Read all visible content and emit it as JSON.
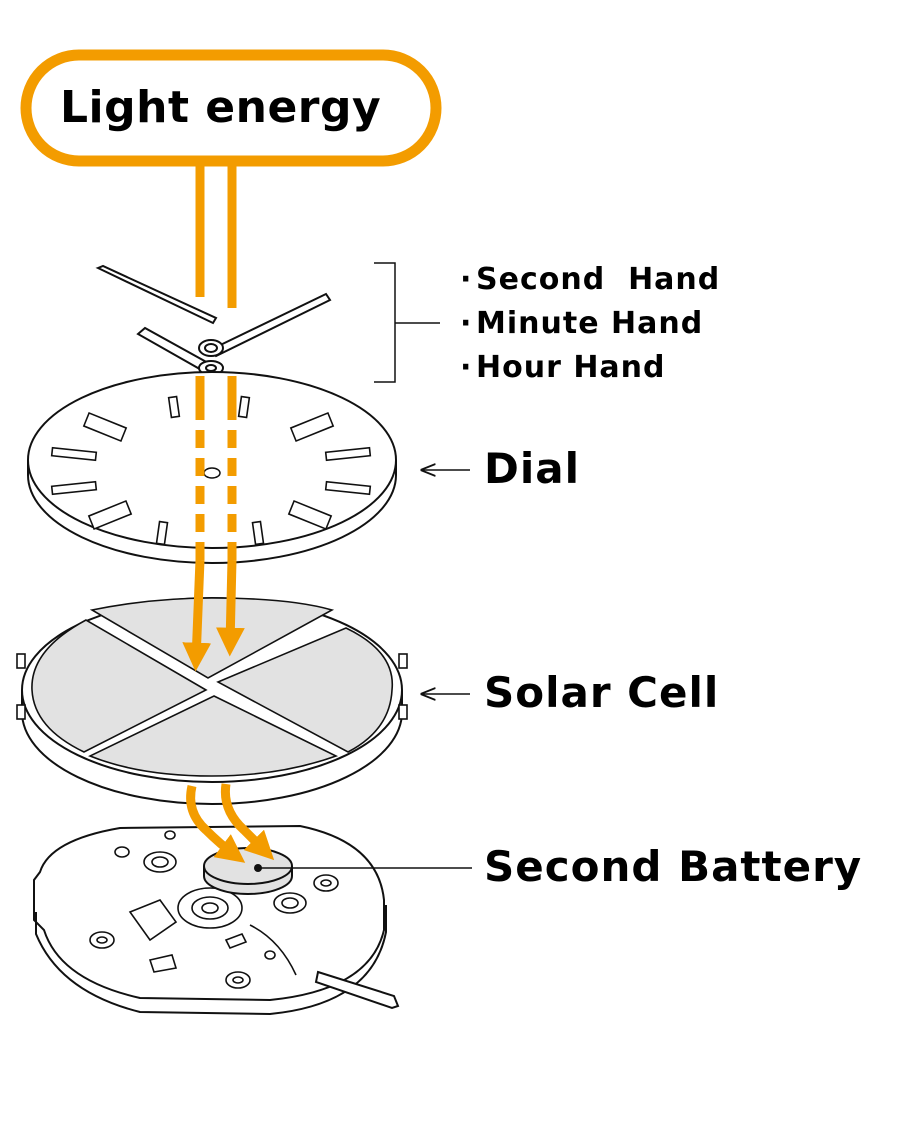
{
  "title": "Light energy",
  "hands": {
    "bullet": "·",
    "items": [
      "Second  Hand",
      "Minute Hand",
      "Hour Hand"
    ]
  },
  "labels": {
    "dial": "Dial",
    "solar_cell": "Solar Cell",
    "battery": "Second Battery"
  },
  "colors": {
    "energy": "#F39C00",
    "line": "#111111",
    "cell_fill": "#E2E2E2",
    "background": "#FFFFFF"
  }
}
